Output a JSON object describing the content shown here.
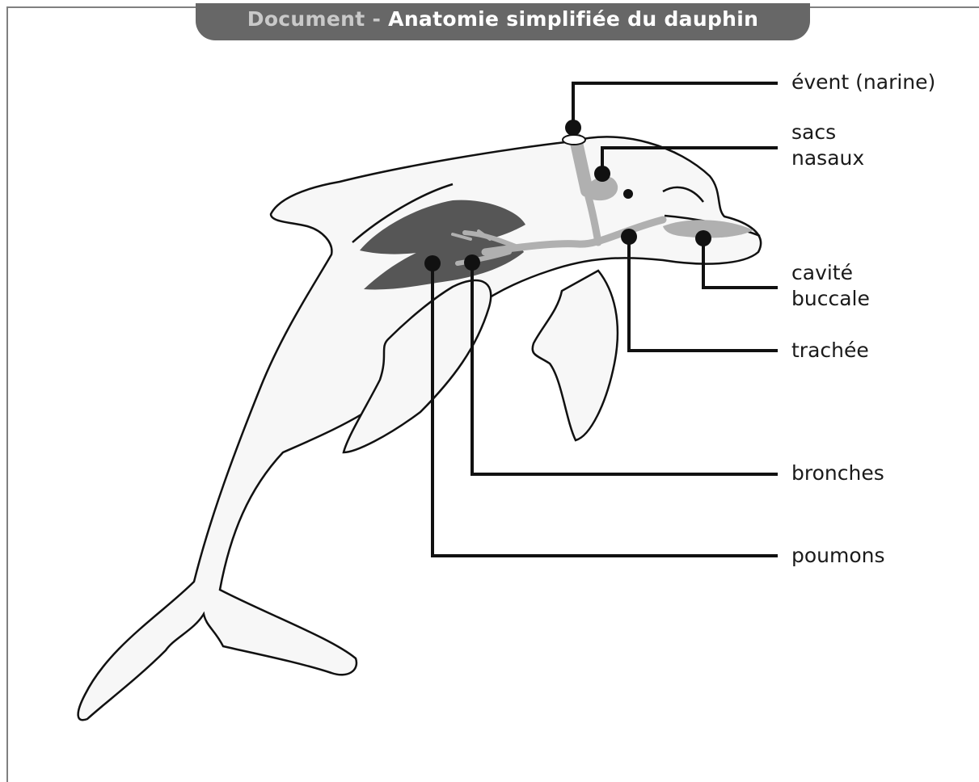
{
  "header": {
    "title_prefix": "Document",
    "title_separator": " - ",
    "title_main": "Anatomie simplifiée du dauphin"
  },
  "labels": {
    "event": "évent (narine)",
    "sacs_line1": "sacs",
    "sacs_line2": "nasaux",
    "cavite_line1": "cavité",
    "cavite_line2": "buccale",
    "trachee": "trachée",
    "bronches": "bronches",
    "poumons": "poumons"
  },
  "colors": {
    "body_fill": "#f7f7f7",
    "outline": "#111111",
    "lungs": "#565656",
    "airways": "#b0b0b0",
    "frame": "#808080",
    "title_bg": "#676767",
    "title_accent": "#c9c9c9"
  }
}
